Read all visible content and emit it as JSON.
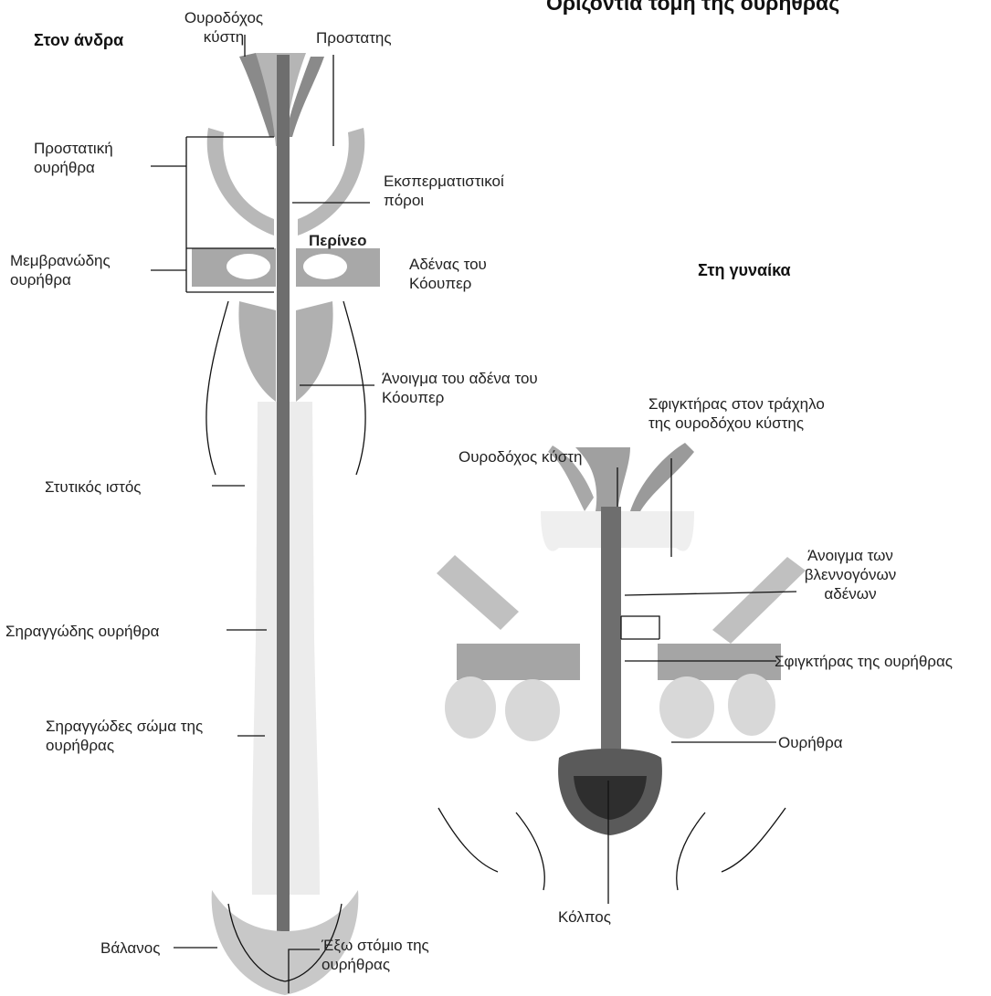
{
  "title": "Οριζόντια τομή της ουρήθρας",
  "male": {
    "heading": "Στον άνδρα",
    "labels": {
      "bladder": "Ουροδόχος κύστη",
      "prostate": "Προστατης",
      "prostatic_urethra": "Προστατική ουρήθρα",
      "ejaculatory_ducts": "Εκσπερματιστικοί πόροι",
      "perineum": "Περίνεο",
      "membranous_urethra": "Μεμβρανώδης ουρήθρα",
      "cowper_gland": "Αδένας του Κόουπερ",
      "cowper_opening": "Άνοιγμα του αδένα του Κόουπερ",
      "erectile_tissue": "Στυτικός ιστός",
      "spongy_urethra": "Σηραγγώδης ουρήθρα",
      "spongy_body": "Σηραγγώδες σώμα της ουρήθρας",
      "glans": "Βάλανος",
      "external_orifice": "Έξω στόμιο της ουρήθρας"
    }
  },
  "female": {
    "heading": "Στη γυναίκα",
    "labels": {
      "sphincter_neck": "Σφιγκτήρας στον τράχηλο της ουροδόχου κύστης",
      "bladder": "Ουροδόχος κύστη",
      "mucous_glands": "Άνοιγμα των βλεννογόνων αδένων",
      "urethral_sphincter": "Σφιγκτήρας της ουρήθρας",
      "urethra": "Ουρήθρα",
      "vagina": "Κόλπος"
    }
  }
}
